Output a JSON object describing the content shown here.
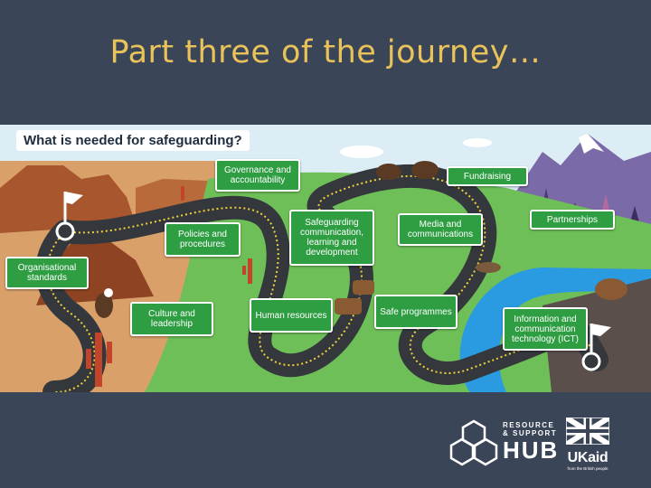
{
  "slide": {
    "title": "Part three of the journey…"
  },
  "infographic": {
    "title": "What is needed for safeguarding?",
    "signs": {
      "governance": "Governance and accountability",
      "fundraising": "Fundraising",
      "partnerships": "Partnerships",
      "safeguarding_comms": "Safeguarding communication, learning and development",
      "media": "Media and communications",
      "policies": "Policies and procedures",
      "organisational": "Organisational standards",
      "culture": "Culture and leadership",
      "human_resources": "Human resources",
      "safe_programmes": "Safe programmes",
      "ict": "Information and communication technology (ICT)"
    }
  },
  "logos": {
    "hub_line1": "RESOURCE",
    "hub_line2": "& SUPPORT",
    "hub_big": "HUB",
    "ukaid": "UKaid",
    "ukaid_small": "from the British people"
  },
  "colors": {
    "background": "#3b4558",
    "title": "#e9c35a",
    "sign": "#2f9e43",
    "grass": "#6fbf58",
    "desert": "#d9a06a",
    "road": "#34383d"
  }
}
